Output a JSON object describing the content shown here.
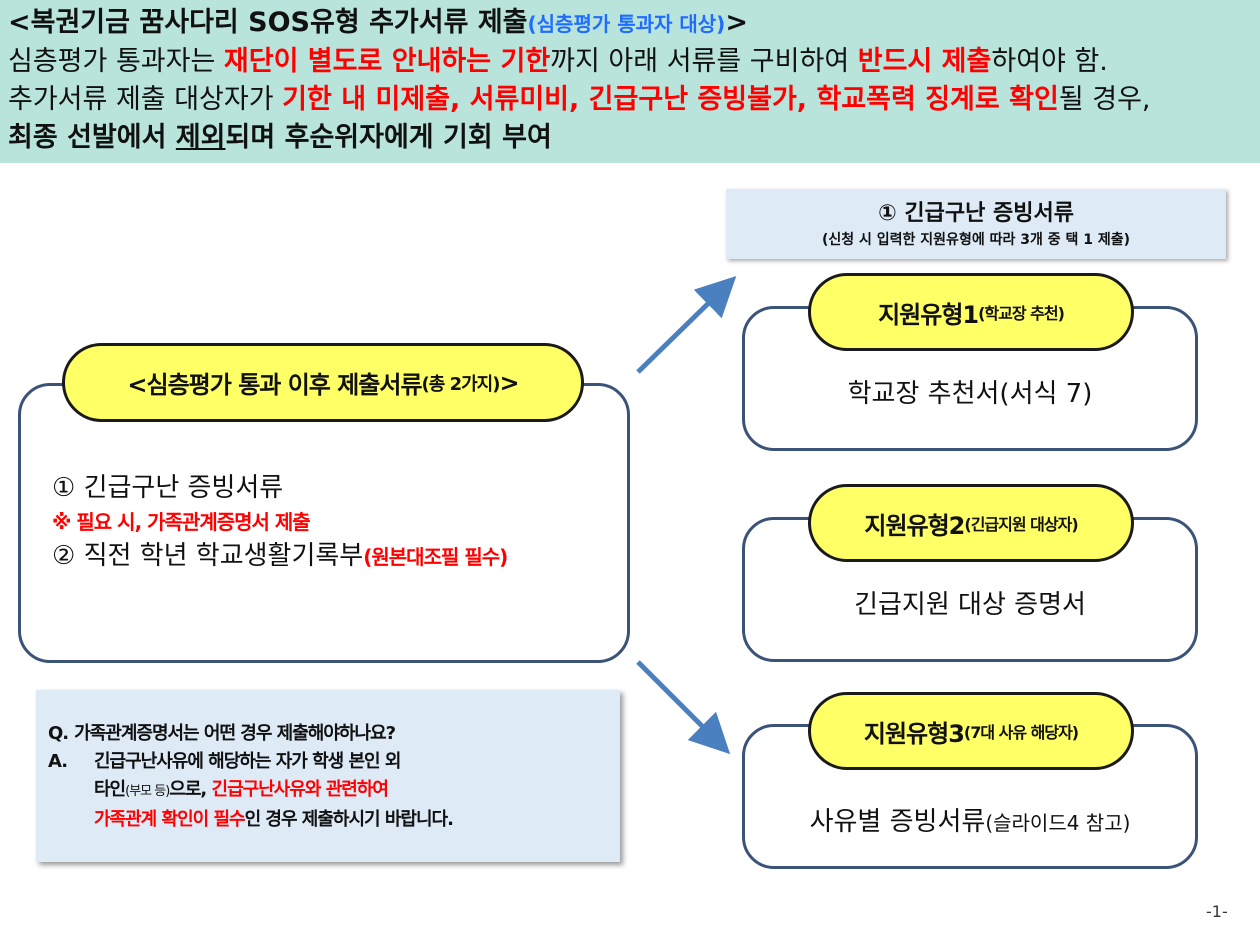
{
  "header": {
    "line1_a": "<복권기금 꿈사다리 SOS유형 추가서류 제출",
    "line1_blue": "(심층평가 통과자 대상)",
    "line1_b": ">",
    "line2_a": "심층평가 통과자는 ",
    "line2_red": "재단이 별도로 안내하는 기한",
    "line2_b": "까지 아래 서류를 구비하여 ",
    "line2_red2": "반드시 제출",
    "line2_c": "하여야 함.",
    "line3_a": "추가서류 제출 대상자가 ",
    "line3_red": "기한 내 미제출, 서류미비, 긴급구난 증빙불가, 학교폭력 징계로 확인",
    "line3_b": "될 경우,",
    "line4_a": "최종 선발에서 ",
    "line4_u": "제외",
    "line4_b": "되며 후순위자에게 기회 부여"
  },
  "left": {
    "pill_main": "<심층평가 통과 이후 제출서류",
    "pill_small": "(총 2가지)",
    "pill_end": ">",
    "item1": "① 긴급구난 증빙서류",
    "note": "※ 필요 시, 가족관계증명서 제출",
    "item2": "② 직전 학년 학교생활기록부",
    "item2_req": "(원본대조필 필수)"
  },
  "topinfo": {
    "title": "① 긴급구난 증빙서류",
    "subtitle": "(신청 시 입력한 지원유형에 따라 3개 중 택 1 제출)"
  },
  "types": [
    {
      "label": "지원유형1",
      "sub": "(학교장 추천)",
      "text": "학교장 추천서(서식 7)",
      "text_small": ""
    },
    {
      "label": "지원유형2",
      "sub": "(긴급지원 대상자)",
      "text": "긴급지원 대상 증명서",
      "text_small": ""
    },
    {
      "label": "지원유형3",
      "sub": "(7대 사유 해당자)",
      "text": "사유별 증빙서류",
      "text_small": "(슬라이드4 참고)"
    }
  ],
  "qa": {
    "q_label": "Q.",
    "q_text": "가족관계증명서는 어떤 경우 제출해야하나요?",
    "a_label": "A.",
    "a_line1": "긴급구난사유에 해당하는 자가 학생 본인 외",
    "a_line2_a": "타인",
    "a_line2_tiny": "(부모 등)",
    "a_line2_b": "으로, ",
    "a_line2_red": "긴급구난사유와 관련하여",
    "a_line3_red": "가족관계 확인이 필수",
    "a_line3_b": "인 경우 제출하시기 바랍니다."
  },
  "page_number": "-1-",
  "colors": {
    "header_bg": "#b8e4dc",
    "pill_yellow": "#ffff66",
    "box_border": "#3b5378",
    "info_bg": "#deebf7",
    "red": "#ff0000",
    "blue": "#1f6cff",
    "arrow": "#4a7fc0"
  }
}
